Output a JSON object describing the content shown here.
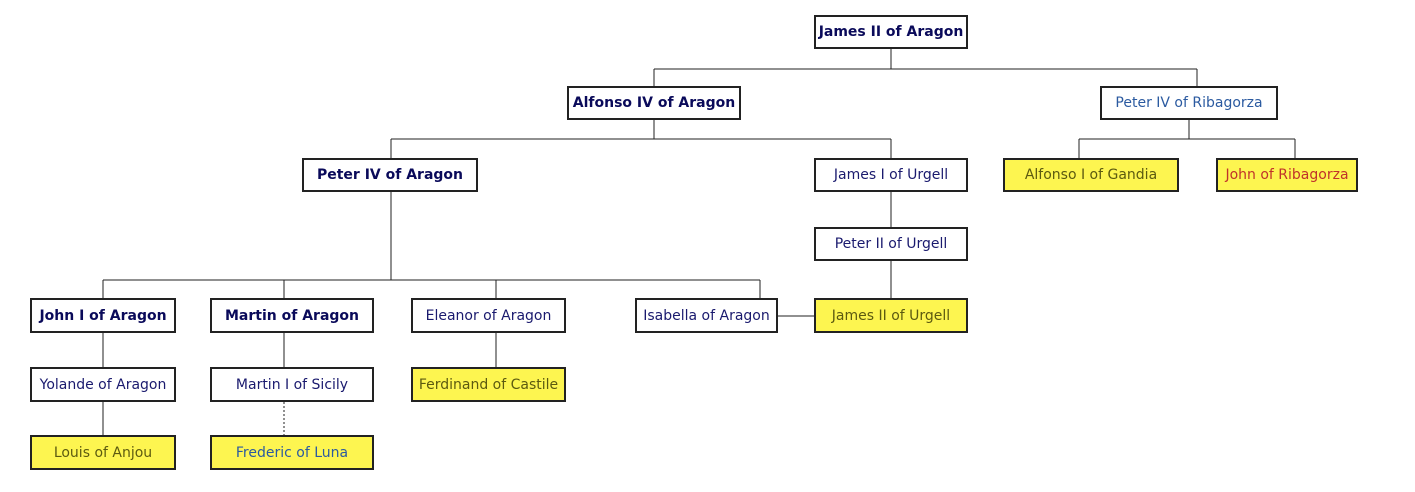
{
  "colors": {
    "navy": "#1a1a6e",
    "blue": "#2b5aa0",
    "olive": "#5c5a10",
    "red": "#c0322a",
    "yellow": "#fdf550",
    "line": "#222222"
  },
  "nodes": {
    "james2_aragon": "James II of Aragon",
    "alfonso4_aragon": "Alfonso IV of Aragon",
    "peter4_ribagorza": "Peter IV of Ribagorza",
    "peter4_aragon": "Peter IV of Aragon",
    "james1_urgell": "James I of Urgell",
    "alfonso1_gandia": "Alfonso I of Gandia",
    "john_ribagorza": "John of Ribagorza",
    "peter2_urgell": "Peter II of Urgell",
    "john1_aragon": "John I of Aragon",
    "martin_aragon": "Martin of Aragon",
    "eleanor_aragon": "Eleanor of Aragon",
    "isabella_aragon": "Isabella of Aragon",
    "james2_urgell": "James II of Urgell",
    "yolande_aragon": "Yolande of Aragon",
    "martin1_sicily": "Martin I of Sicily",
    "ferdinand_castile": "Ferdinand of Castile",
    "louis_anjou": "Louis of Anjou",
    "frederic_luna": "Frederic of Luna"
  }
}
